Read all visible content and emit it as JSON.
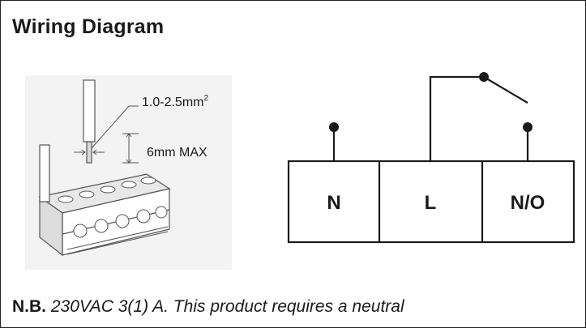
{
  "title": "Wiring Diagram",
  "terminal_detail": {
    "wire_size_text": "1.0-2.5mm",
    "wire_size_superscript": "2",
    "strip_length": "6mm MAX"
  },
  "schematic": {
    "terminals": [
      "N",
      "L",
      "N/O"
    ]
  },
  "note": {
    "label": "N.B.",
    "text": "230VAC 3(1) A. This product requires a neutral"
  },
  "colors": {
    "line": "#1a1a1a",
    "border": "#222222",
    "drawing_gray": "#555555",
    "panel_bg": "#f2f2f2"
  }
}
